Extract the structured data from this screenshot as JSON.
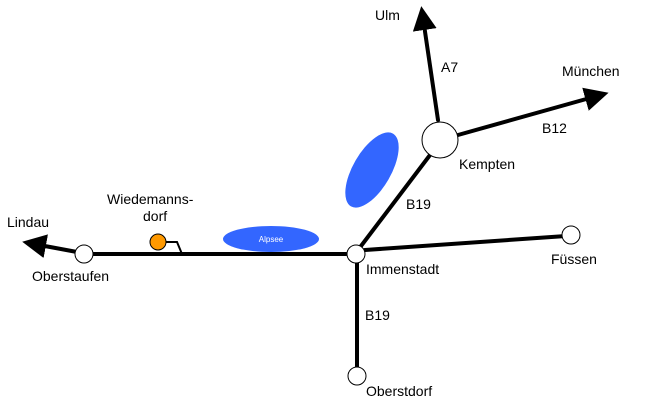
{
  "places": {
    "ulm": "Ulm",
    "muenchen": "München",
    "kempten": "Kempten",
    "lindau": "Lindau",
    "wiedemannsdorf_line1": "Wiedemanns-",
    "wiedemannsdorf_line2": "dorf",
    "oberstaufen": "Oberstaufen",
    "immenstadt": "Immenstadt",
    "fuessen": "Füssen",
    "oberstdorf": "Oberstdorf"
  },
  "roads": {
    "a7": "A7",
    "b12": "B12",
    "b19_north": "B19",
    "b19_south": "B19"
  },
  "lakes": {
    "alpsee": "Alpsee"
  },
  "colors": {
    "road": "#000000",
    "lake": "#3366ff",
    "town_fill": "#ffffff",
    "wiedemannsdorf_marker": "#ff9900"
  }
}
